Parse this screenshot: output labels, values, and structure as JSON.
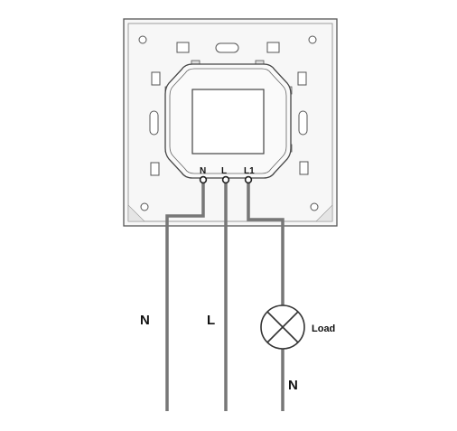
{
  "terminals": {
    "n": "N",
    "l": "L",
    "l1": "L1"
  },
  "wires": {
    "neutral": "N",
    "live": "L",
    "load_neutral": "N"
  },
  "load": {
    "label": "Load"
  },
  "colors": {
    "wire": "#777777",
    "outline": "#555555",
    "plate_fill": "#f7f7f7",
    "text": "#111111"
  }
}
